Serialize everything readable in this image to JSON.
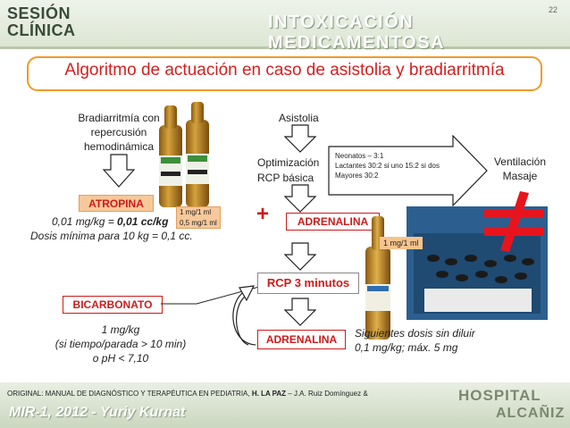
{
  "header": {
    "session_line1": "SESIÓN",
    "session_line2": "CLÍNICA",
    "title": "INTOXICACIÓN  MEDICAMENTOSA",
    "page_number": "22"
  },
  "main_title": "Algoritmo de actuación en caso de asistolia y bradiarritmía",
  "left": {
    "brady_line1": "Bradiarritmía con",
    "brady_line2": "repercusión",
    "brady_line3": "hemodinámica",
    "atropina_label": "ATROPINA",
    "atropina_dose_prefix": "0,01 mg/kg = ",
    "atropina_dose_bold": "0,01 cc/kg",
    "atropina_min_dose": "Dosis mínima para 10 kg = 0,1 cc.",
    "atropina_conc_line1": "1 mg/1 ml",
    "atropina_conc_line2": "0,5 mg/1 ml",
    "bicarbonato_label": "BICARBONATO",
    "bicarb_line1": "1 mg/kg",
    "bicarb_line2": "(si tiempo/parada > 10 min)",
    "bicarb_line3": "o pH < 7,10"
  },
  "center": {
    "asistolia": "Asistolia",
    "optim_line1": "Optimización",
    "optim_line2": "RCP básica",
    "arrow_line1": "Neonatos – 3:1",
    "arrow_line2": "Lactantes 30:2 si uno 15:2 si dos",
    "arrow_line3": "Mayores 30:2",
    "vent_line1": "Ventilación",
    "vent_line2": "Masaje",
    "plus": "+",
    "adrenalina_label": "ADRENALINA",
    "adrenalina_conc": "1 mg/1 ml",
    "rcp_label": "RCP 3 minutos",
    "adrenalina2_label": "ADRENALINA",
    "next_line1": "Siguientes dosis sin diluir",
    "next_line2": "0,1 mg/kg; máx. 5 mg",
    "not_equal": "≠"
  },
  "footer": {
    "source_prefix": "ORIGINAL: MANUAL DE DIAGNÓSTICO Y TERAPÉUTICA EN PEDIATRIA, ",
    "source_bold": "H. LA PAZ",
    "source_suffix": " – J.A. Ruiz Domínguez &",
    "mir": "MIR-1, 2012 - Yuriy Kurnat",
    "hospital": "HOSPITAL",
    "hospital_name": "ALCAÑIZ"
  },
  "colors": {
    "title_red": "#d51f1f",
    "accent_orange": "#f29a26",
    "label_red": "#cc1b1b",
    "orange_fill": "#f6c48e",
    "not_equal_red": "#e8141d"
  }
}
